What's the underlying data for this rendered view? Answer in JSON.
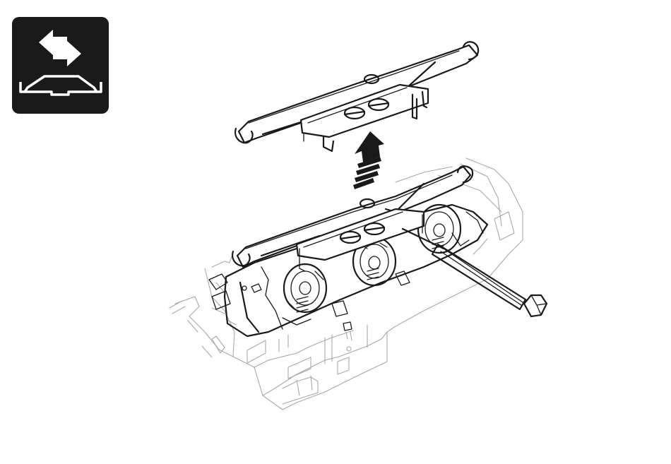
{
  "badge": {
    "icon": "swap-arrows-frame-icon",
    "background": "#1a1a1a",
    "foreground": "#ffffff"
  },
  "illustration": {
    "parts": [
      "removed-frame-part",
      "lift-arrow-icon",
      "locomotive-chassis",
      "screwdriver"
    ],
    "ink_color": "#1a1a1a",
    "ghost_color": "#a8a8a8"
  }
}
